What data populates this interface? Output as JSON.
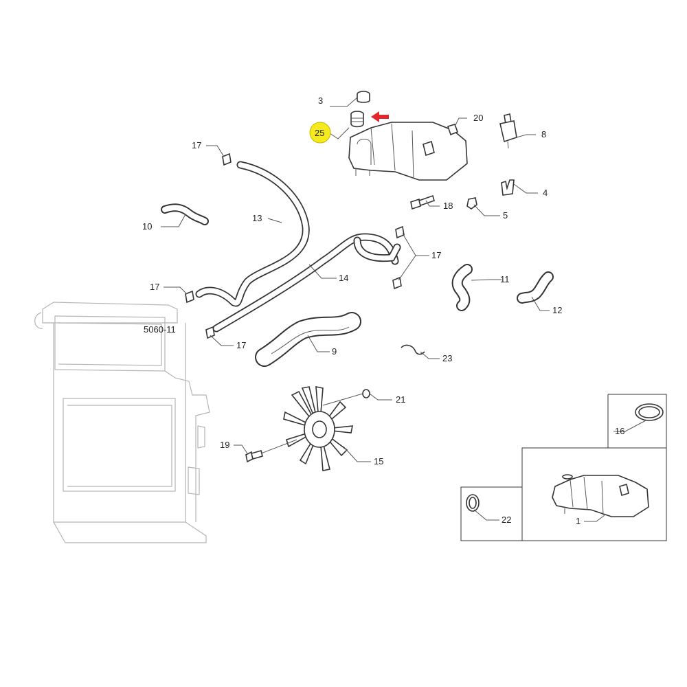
{
  "diagram": {
    "reference_code": "5060-11",
    "highlight_color": "#f5ea1e",
    "arrow_color": "#e3262b",
    "callouts": [
      {
        "id": "c1",
        "label": "1"
      },
      {
        "id": "c3",
        "label": "3"
      },
      {
        "id": "c4",
        "label": "4"
      },
      {
        "id": "c5",
        "label": "5"
      },
      {
        "id": "c8",
        "label": "8"
      },
      {
        "id": "c9",
        "label": "9"
      },
      {
        "id": "c10",
        "label": "10"
      },
      {
        "id": "c11",
        "label": "11"
      },
      {
        "id": "c12",
        "label": "12"
      },
      {
        "id": "c13",
        "label": "13"
      },
      {
        "id": "c14",
        "label": "14"
      },
      {
        "id": "c15",
        "label": "15"
      },
      {
        "id": "c16",
        "label": "16"
      },
      {
        "id": "c17a",
        "label": "17"
      },
      {
        "id": "c17b",
        "label": "17"
      },
      {
        "id": "c17c",
        "label": "17"
      },
      {
        "id": "c17d",
        "label": "17"
      },
      {
        "id": "c18",
        "label": "18"
      },
      {
        "id": "c19",
        "label": "19"
      },
      {
        "id": "c20",
        "label": "20"
      },
      {
        "id": "c21",
        "label": "21"
      },
      {
        "id": "c22",
        "label": "22"
      },
      {
        "id": "c23",
        "label": "23"
      },
      {
        "id": "c25",
        "label": "25",
        "highlighted": true
      }
    ]
  }
}
